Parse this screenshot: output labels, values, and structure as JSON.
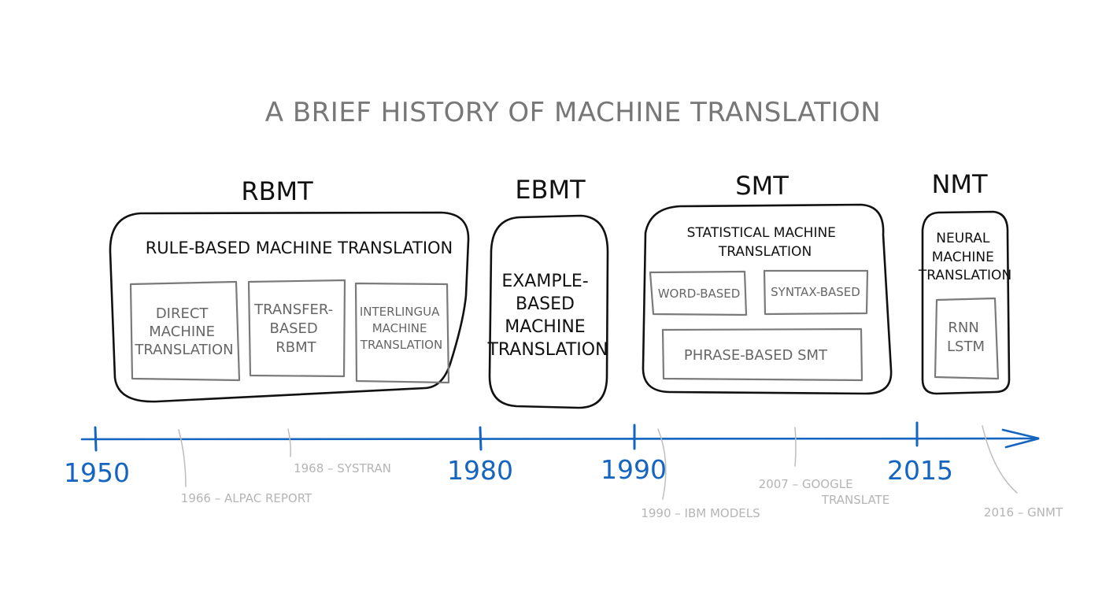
{
  "title": "A BRIEF HISTORY OF MACHINE TRANSLATION",
  "eras": [
    {
      "abbr": "RBMT",
      "full_name": "RULE-BASED MACHINE TRANSLATION",
      "sub_boxes": [
        [
          "DIRECT",
          "MACHINE",
          "TRANSLATION"
        ],
        [
          "TRANSFER-",
          "BASED",
          "RBMT"
        ],
        [
          "INTERLINGUA",
          "MACHINE",
          "TRANSLATION"
        ]
      ]
    },
    {
      "abbr": "EBMT",
      "full_name_lines": [
        "EXAMPLE-",
        "BASED",
        "MACHINE",
        "TRANSLATION"
      ]
    },
    {
      "abbr": "SMT",
      "full_name_lines": [
        "STATISTICAL MACHINE",
        "TRANSLATION"
      ],
      "sub_boxes": [
        "WORD-BASED",
        "SYNTAX-BASED",
        "PHRASE-BASED SMT"
      ]
    },
    {
      "abbr": "NMT",
      "full_name_lines": [
        "NEURAL",
        "MACHINE",
        "TRANSLATION"
      ],
      "sub_box_lines": [
        "RNN",
        "LSTM"
      ]
    }
  ],
  "timeline": {
    "years": [
      "1950",
      "1980",
      "1990",
      "2015"
    ],
    "events": [
      "1966 – ALPAC REPORT",
      "1968 – SYSTRAN",
      "1990 – IBM MODELS",
      [
        "2007 – GOOGLE",
        "TRANSLATE"
      ],
      "2016 – GNMT"
    ]
  },
  "colors": {
    "timeline": "#1565c0",
    "box_outline": "#111111",
    "sub_box_outline": "#7a7a7a",
    "event_text": "#b5b5b5"
  }
}
